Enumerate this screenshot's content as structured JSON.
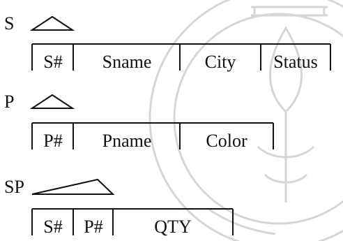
{
  "relations": [
    {
      "name": "S",
      "attributes": [
        {
          "label": "S#",
          "key": true
        },
        {
          "label": "Sname",
          "key": false
        },
        {
          "label": "City",
          "key": false
        },
        {
          "label": "Status",
          "key": false
        }
      ]
    },
    {
      "name": "P",
      "attributes": [
        {
          "label": "P#",
          "key": true
        },
        {
          "label": "Pname",
          "key": false
        },
        {
          "label": "Color",
          "key": false
        }
      ]
    },
    {
      "name": "SP",
      "attributes": [
        {
          "label": "S#",
          "key": true
        },
        {
          "label": "P#",
          "key": true
        },
        {
          "label": "QTY",
          "key": false
        }
      ]
    }
  ],
  "colors": {
    "ink": "#111111",
    "watermark": "#d6d6d6"
  }
}
